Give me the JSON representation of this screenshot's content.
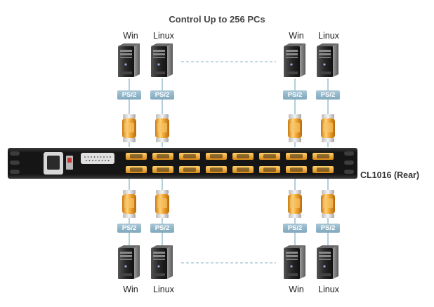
{
  "title": "Control Up to 256 PCs",
  "device_label": "CL1016 (Rear)",
  "port_label": "PS/2",
  "pcs": {
    "top": [
      {
        "os": "Win",
        "port": "PS/2"
      },
      {
        "os": "Linux",
        "port": "PS/2"
      },
      {
        "os": "Win",
        "port": "PS/2"
      },
      {
        "os": "Linux",
        "port": "PS/2"
      }
    ],
    "bottom": [
      {
        "os": "Win",
        "port": "PS/2"
      },
      {
        "os": "Linux",
        "port": "PS/2"
      },
      {
        "os": "Win",
        "port": "PS/2"
      },
      {
        "os": "Linux",
        "port": "PS/2"
      }
    ]
  },
  "colors": {
    "cable": "#b3cfdc",
    "connector_gold": "#f0a52c",
    "switch_body": "#1b1b1b",
    "ps2_badge": "#8fb3c6",
    "tower_body": "#222222"
  },
  "icons": [
    "computer-tower-icon",
    "kvm-cable-connector-icon",
    "kvm-switch-rack-icon",
    "power-socket-icon",
    "power-switch-icon",
    "db25-port-icon",
    "vga-port-icon"
  ]
}
